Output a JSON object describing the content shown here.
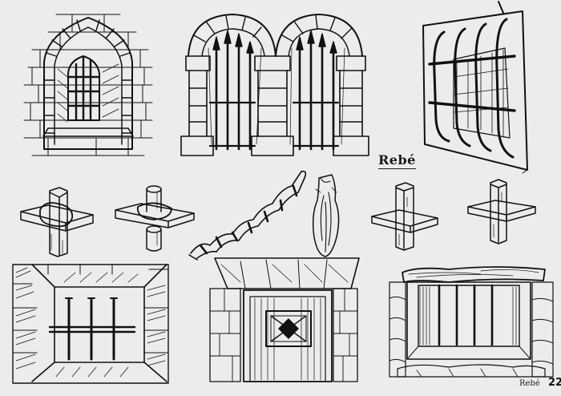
{
  "signature": "Rebé",
  "signature_small": "Rebé",
  "page_number": "22"
}
